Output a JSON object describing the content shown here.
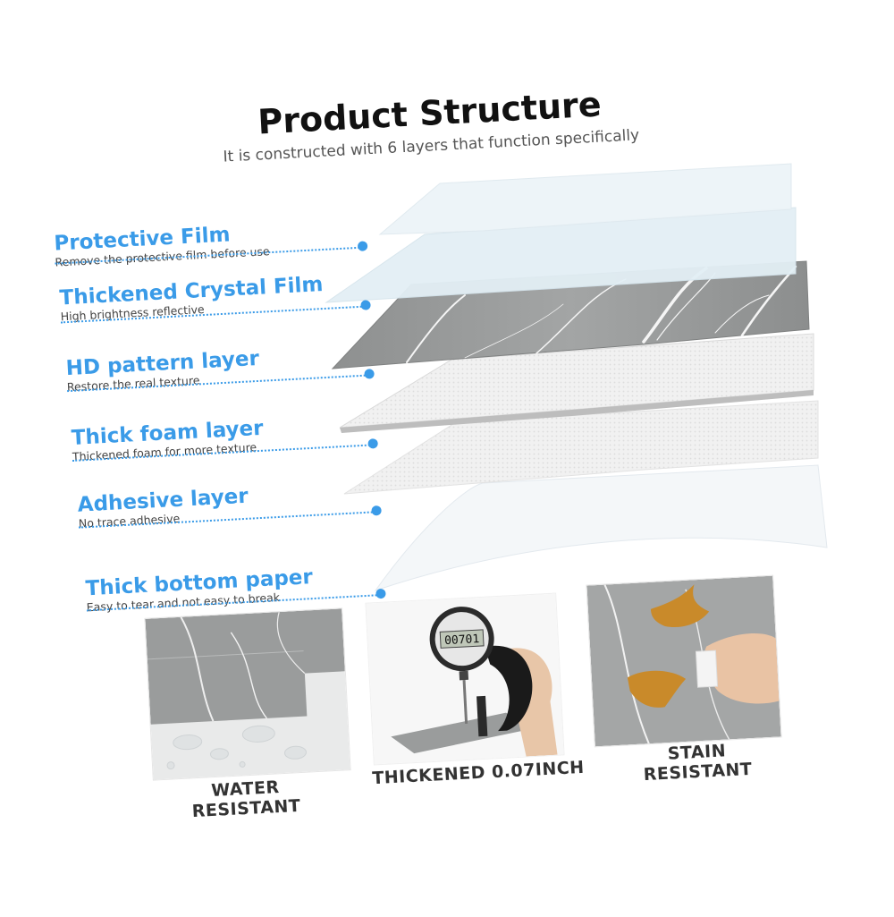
{
  "header": {
    "title": "Product Structure",
    "subtitle": "It is constructed with 6 layers that function specifically"
  },
  "layers": [
    {
      "name": "Protective Film",
      "desc": "Remove the protective film before use"
    },
    {
      "name": "Thickened Crystal Film",
      "desc": "High brightness reflective"
    },
    {
      "name": "HD pattern layer",
      "desc": "Restore the real texture"
    },
    {
      "name": "Thick foam layer",
      "desc": "Thickened foam for more texture"
    },
    {
      "name": "Adhesive layer",
      "desc": "No trace adhesive"
    },
    {
      "name": "Thick bottom paper",
      "desc": "Easy to tear and not easy to break"
    }
  ],
  "gauge": {
    "reading": "00701"
  },
  "features": [
    {
      "line1": "WATER",
      "line2": "RESISTANT"
    },
    {
      "line1": "THICKENED 0.07INCH",
      "line2": ""
    },
    {
      "line1": "STAIN",
      "line2": "RESISTANT"
    }
  ],
  "colors": {
    "accent": "#3a9be8",
    "marble": "#9a9c9c",
    "stain": "#c98a2a"
  }
}
